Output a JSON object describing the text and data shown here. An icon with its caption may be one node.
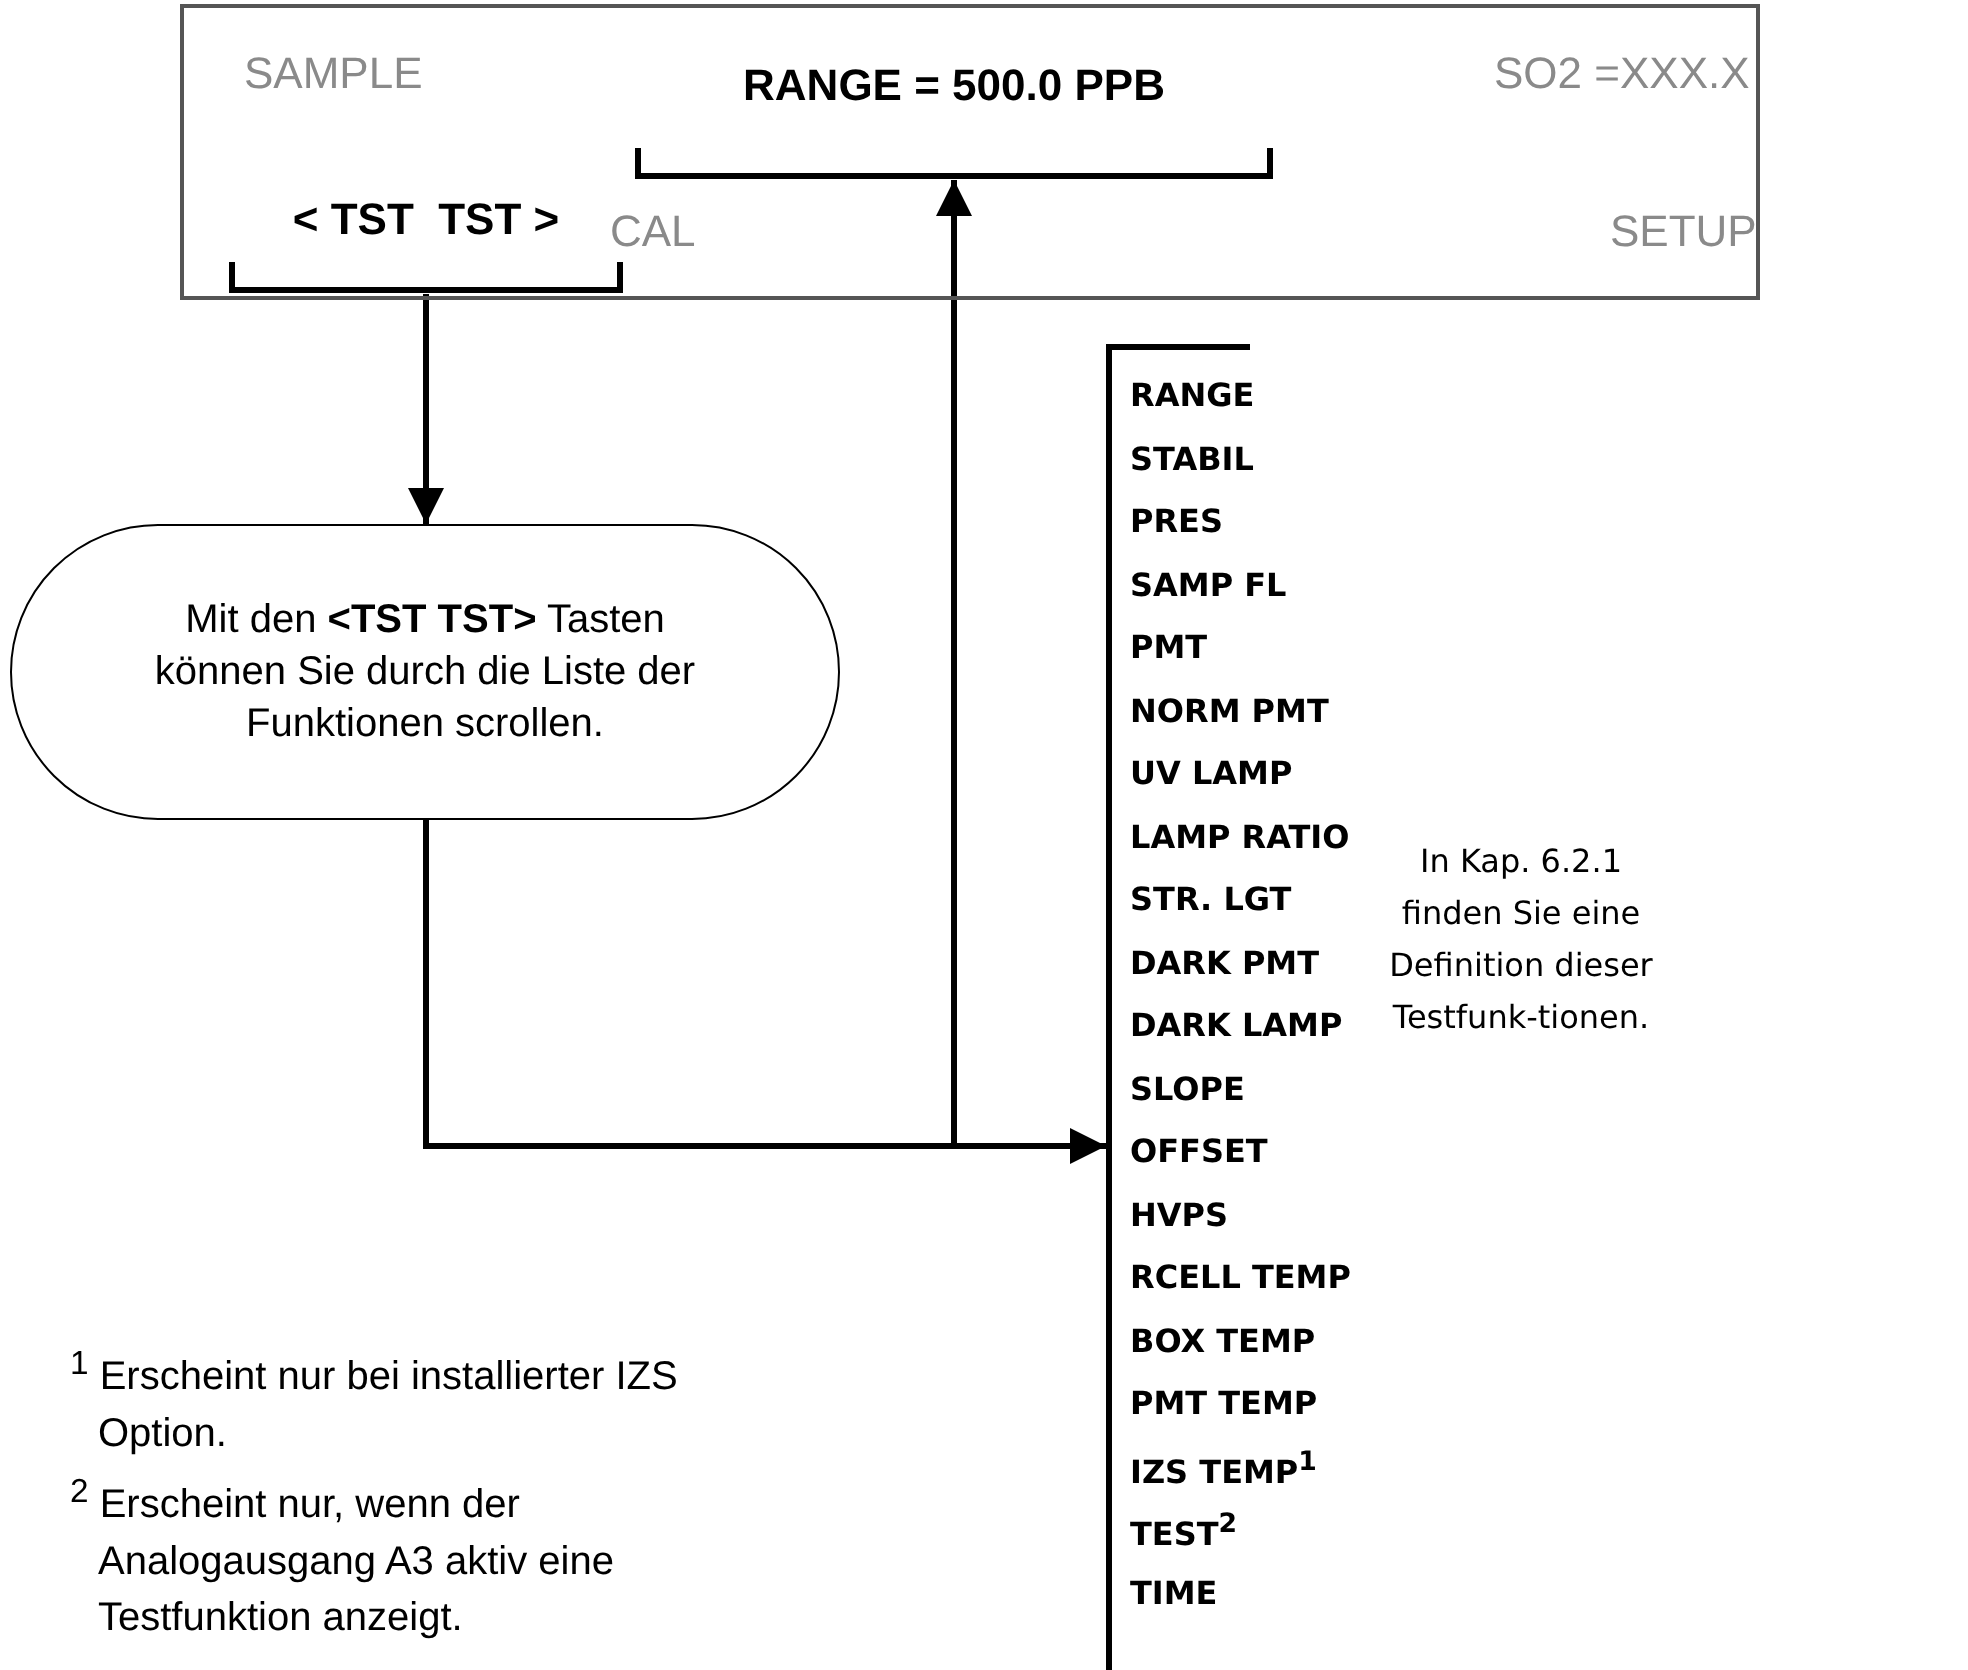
{
  "diagram": {
    "nodes": [
      {
        "text": [
          "SAMPLE",
          "SO2 =XXX.X",
          "CAL",
          "SETUP"
        ]
      },
      {
        "text": [
          "RANGE = 500.0 PPB"
        ],
        "in": 0
      },
      {
        "text": [
          "< TST  TST >"
        ],
        "in": 0
      },
      {
        "text": [
          "Mit den **<TST TST>** Tasten können Sie durch die Liste der Funktionen scrollen."
        ]
      },
      {
        "text": [
          "RANGE",
          "STABIL",
          "PRES",
          "SAMP FL",
          "PMT",
          "NORM PMT",
          "UV LAMP",
          "LAMP RATIO",
          "STR. LGT",
          "DARK PMT",
          "DARK LAMP",
          "SLOPE",
          "OFFSET",
          "HVPS",
          "RCELL TEMP",
          "BOX TEMP",
          "PMT TEMP",
          "IZS TEMP$^{1}$",
          "TEST$^{2}$",
          "TIME"
        ],
        "beside": [
          "In Kap. 6.2.1 finden Sie eine Definition dieser Testfunk-tionen."
        ]
      }
    ],
    "edges": [
      {
        "from": 2,
        "to": 3,
        "arrow": "to"
      },
      {
        "from": 3,
        "to": 4,
        "arrow": "to"
      },
      {
        "from": 3,
        "to": 1,
        "arrow": "to"
      }
    ],
    "labels": [
      "$^{1}$ Erscheint nur bei installierter IZS Option.",
      "$^{2}$ Erscheint nur, wenn der Analogausgang A3 aktiv eine Testfunktion anzeigt."
    ]
  }
}
